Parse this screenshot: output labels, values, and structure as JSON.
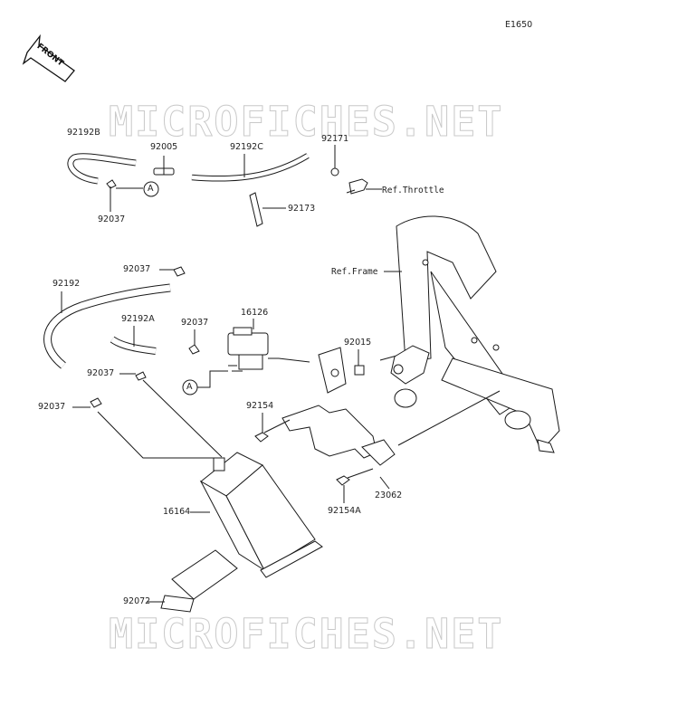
{
  "diagram_code": "E1650",
  "orientation_label": "FRONT",
  "watermark": "MICROFICHES.NET",
  "callout_letter": "A",
  "parts": {
    "p92192B": "92192B",
    "p92005": "92005",
    "p92192C": "92192C",
    "p92171": "92171",
    "p92037_top": "92037",
    "p92173": "92173",
    "p92037_clip": "92037",
    "p92192": "92192",
    "p92192A": "92192A",
    "p92037_mid": "92037",
    "p16126": "16126",
    "p92015": "92015",
    "p92037_left": "92037",
    "p92037_bl": "92037",
    "p92154": "92154",
    "p16164": "16164",
    "p23062": "23062",
    "p92154A": "92154A",
    "p92072": "92072"
  },
  "refs": {
    "throttle": "Ref.Throttle",
    "frame": "Ref.Frame"
  }
}
